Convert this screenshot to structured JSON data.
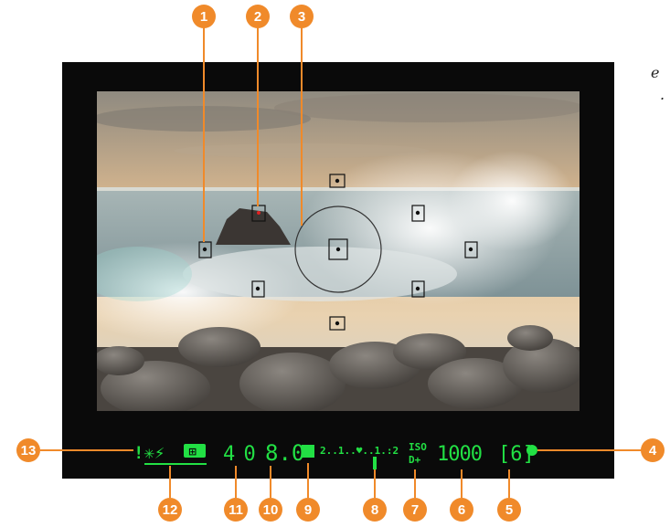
{
  "page": {
    "edge_fragments": [
      "e",
      "."
    ]
  },
  "display": {
    "status_glyphs": "!✳︎⚡",
    "flash_code": "4 0",
    "aperture": "8.0",
    "exposure_scale": "2..1..♥..1.:2",
    "iso_top": "ISO",
    "iso_bottom": "D+",
    "shutter": "1000",
    "remaining": "[6]"
  },
  "callouts": [
    "1",
    "2",
    "3",
    "4",
    "5",
    "6",
    "7",
    "8",
    "9",
    "10",
    "11",
    "12",
    "13"
  ],
  "colors": {
    "frame": "#0a0a0a",
    "lcd_green": "#22e044",
    "callout_orange": "#f08a2a",
    "focus_point_active": "#e22222"
  }
}
